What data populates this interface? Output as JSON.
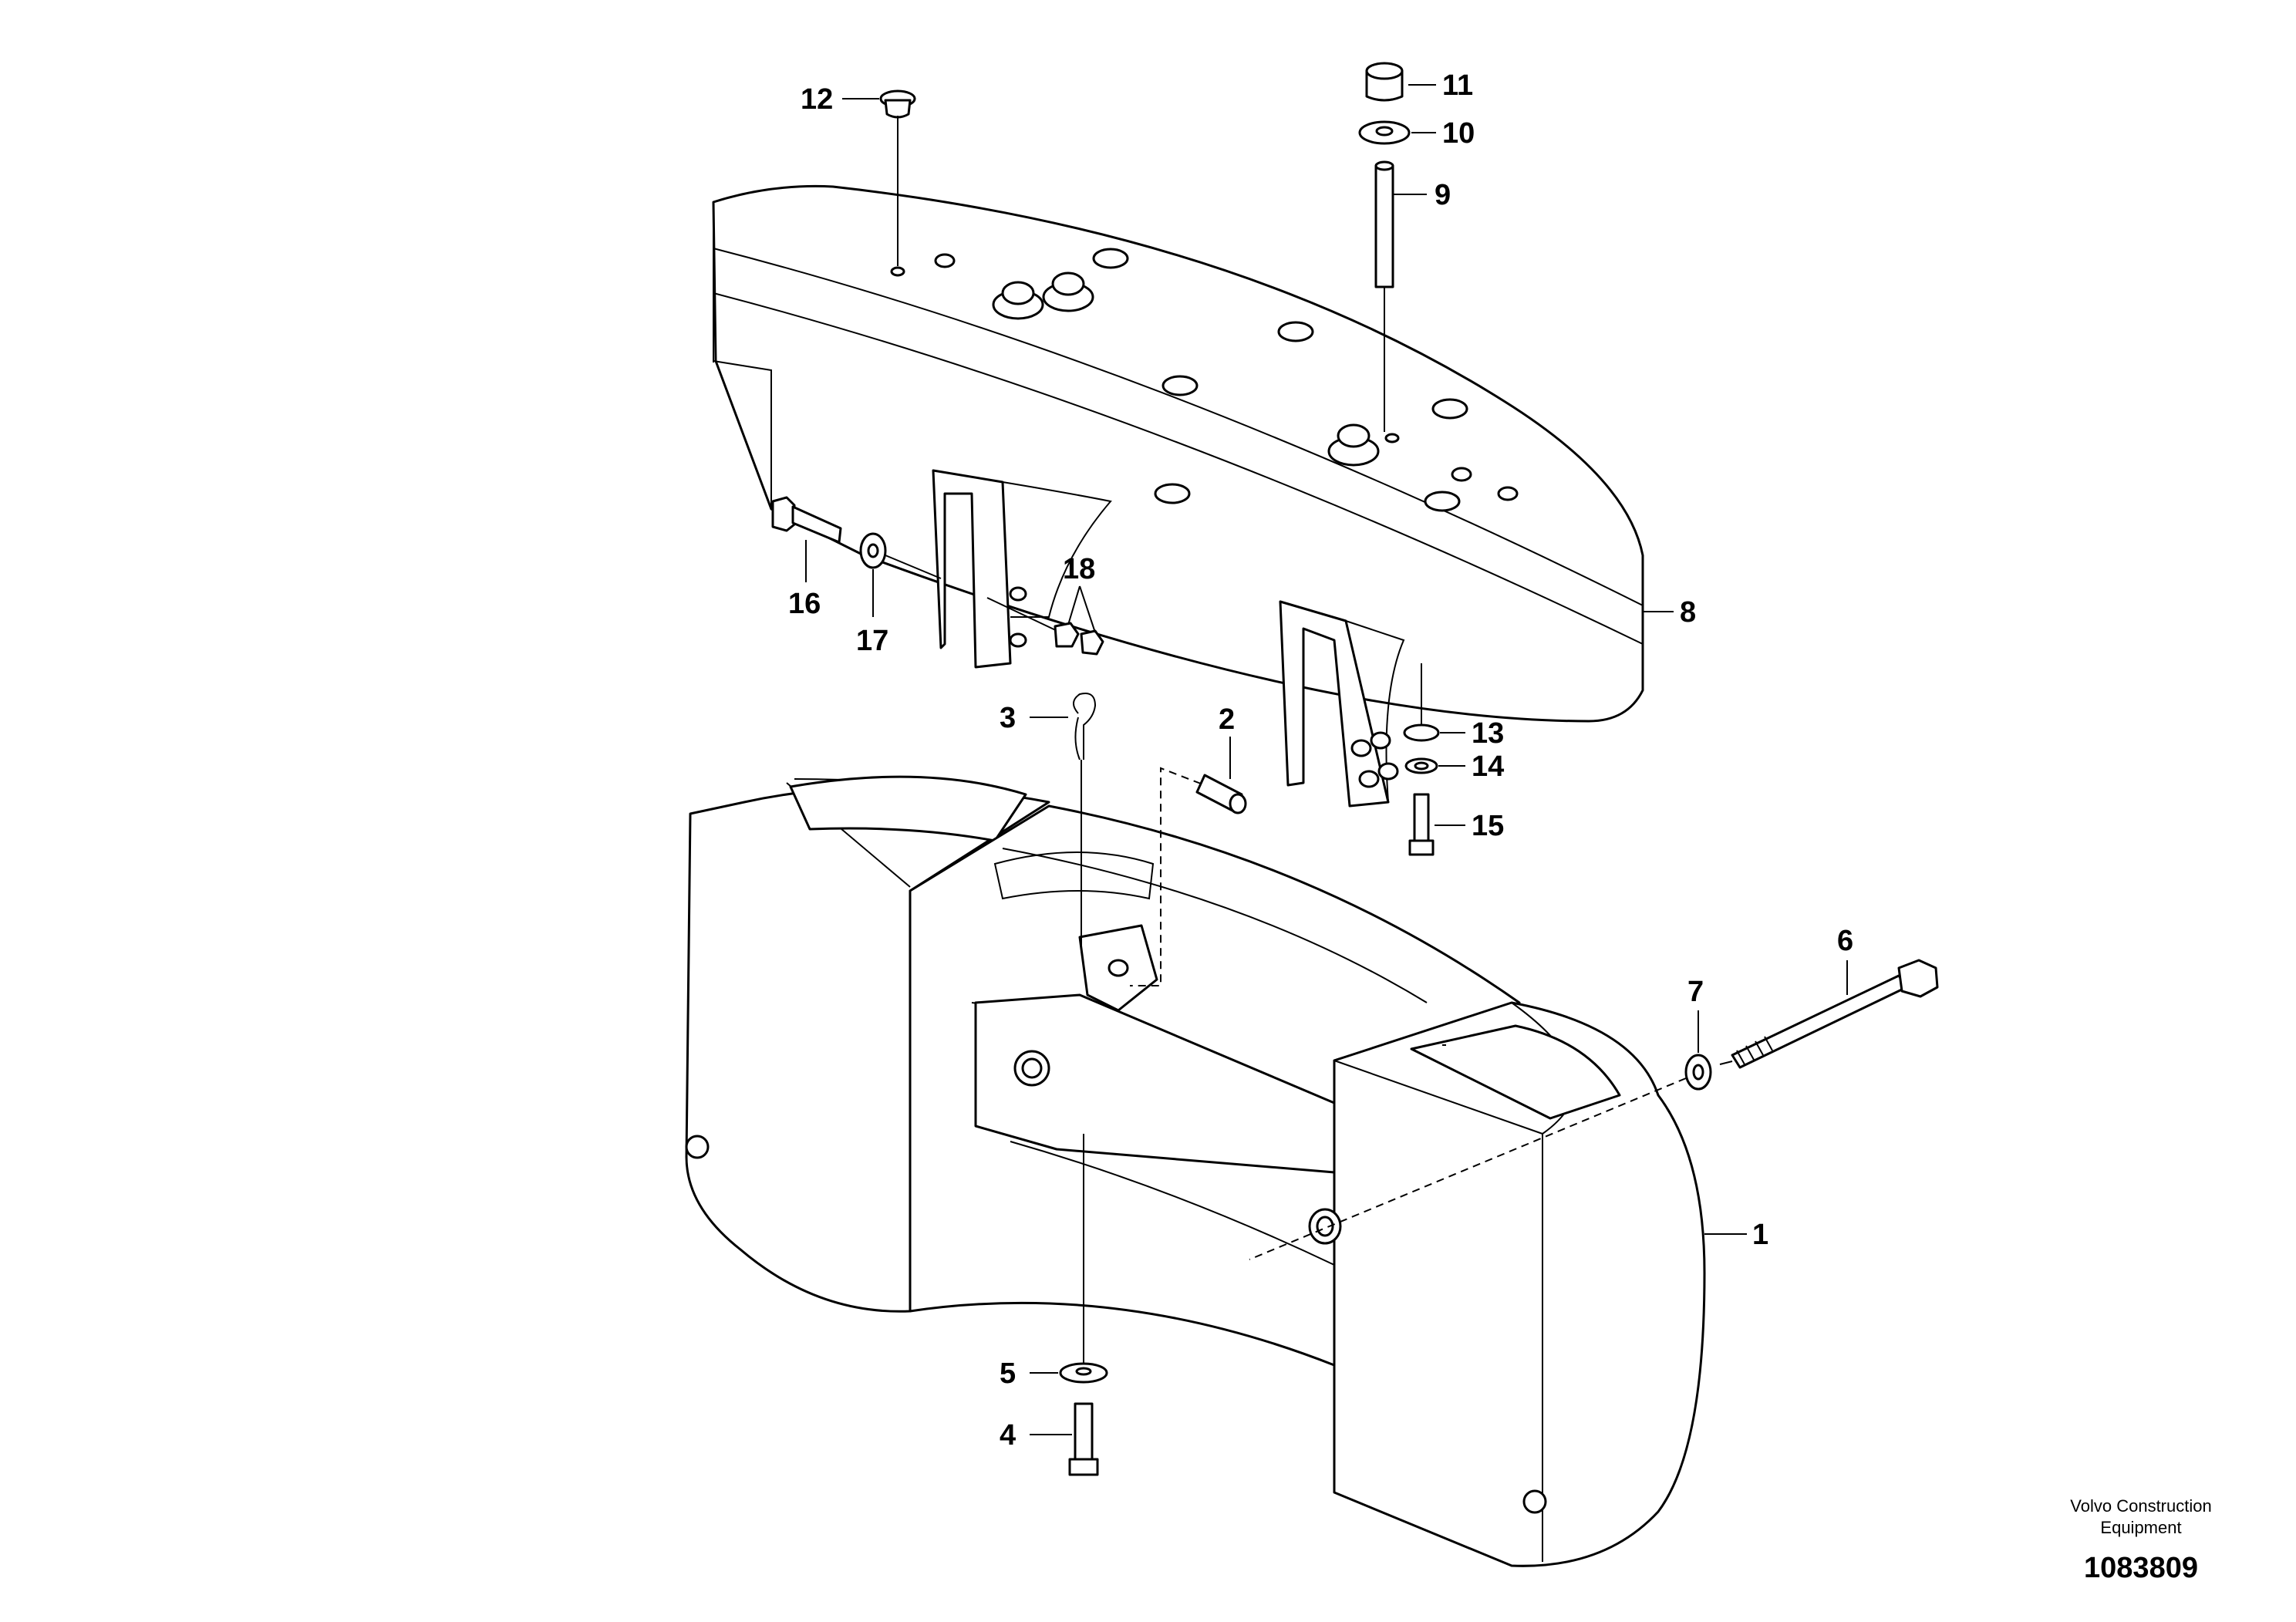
{
  "callouts": [
    {
      "id": "1",
      "label": "1"
    },
    {
      "id": "2",
      "label": "2"
    },
    {
      "id": "3",
      "label": "3"
    },
    {
      "id": "4",
      "label": "4"
    },
    {
      "id": "5",
      "label": "5"
    },
    {
      "id": "6",
      "label": "6"
    },
    {
      "id": "7",
      "label": "7"
    },
    {
      "id": "8",
      "label": "8"
    },
    {
      "id": "9",
      "label": "9"
    },
    {
      "id": "10",
      "label": "10"
    },
    {
      "id": "11",
      "label": "11"
    },
    {
      "id": "12",
      "label": "12"
    },
    {
      "id": "13",
      "label": "13"
    },
    {
      "id": "14",
      "label": "14"
    },
    {
      "id": "15",
      "label": "15"
    },
    {
      "id": "16",
      "label": "16"
    },
    {
      "id": "17",
      "label": "17"
    },
    {
      "id": "18",
      "label": "18"
    }
  ],
  "brand": {
    "line1": "Volvo Construction",
    "line2": "Equipment"
  },
  "document_number": "1083809"
}
